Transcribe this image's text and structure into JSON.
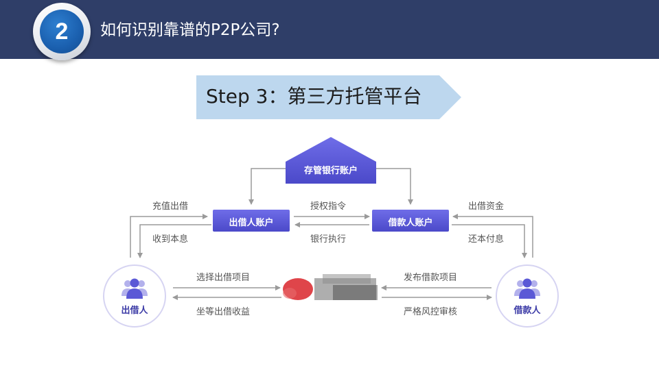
{
  "header": {
    "number": "2",
    "title": "如何识别靠谱的P2P公司?"
  },
  "step": {
    "label": "Step 3：第三方托管平台"
  },
  "diagram": {
    "bank_account": "存管银行账户",
    "lender_account": "出借人账户",
    "borrower_account": "借款人账户",
    "lender": "出借人",
    "borrower": "借款人",
    "labels": {
      "recharge": "充值出借",
      "receive": "收到本息",
      "authorize": "授权指令",
      "bank_execute": "银行执行",
      "lend_funds": "出借资金",
      "repay": "还本付息",
      "select_project": "选择出借项目",
      "wait_income": "坐等出借收益",
      "publish_project": "发布借款项目",
      "risk_control": "严格风控审核"
    }
  },
  "colors": {
    "header_bg": "#2f3e68",
    "badge_blue": "#1a5fae",
    "banner_bg": "#bdd7ee",
    "box_purple": "#5b59d6",
    "arrow_gray": "#9a9a9a"
  }
}
